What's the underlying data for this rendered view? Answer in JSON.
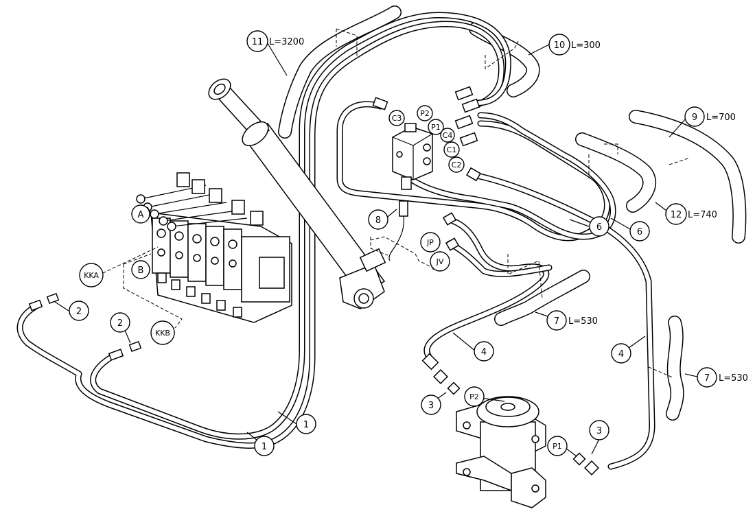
{
  "callouts": {
    "c1a": "1",
    "c1b": "1",
    "c2a": "2",
    "c2b": "2",
    "c3a": "3",
    "c3b": "3",
    "c4a": "4",
    "c4b": "4",
    "c6a": "6",
    "c6b": "6",
    "c7a": "7",
    "c7b": "7",
    "c8": "8",
    "c9": "9",
    "c10": "10",
    "c11": "11",
    "c12": "12",
    "A": "A",
    "B": "B",
    "KKA": "KKA",
    "KKB": "KKB",
    "JP": "JP",
    "JV": "JV",
    "P1_top": "P1",
    "P2_top": "P2",
    "C1": "C1",
    "C2": "C2",
    "C3": "C3",
    "C4": "C4",
    "P1_bot": "P1",
    "P2_bot": "P2"
  },
  "lengths": {
    "l7a": "L=530",
    "l7b": "L=530",
    "l9": "L=700",
    "l10": "L=300",
    "l11": "L=3200",
    "l12": "L=740"
  }
}
